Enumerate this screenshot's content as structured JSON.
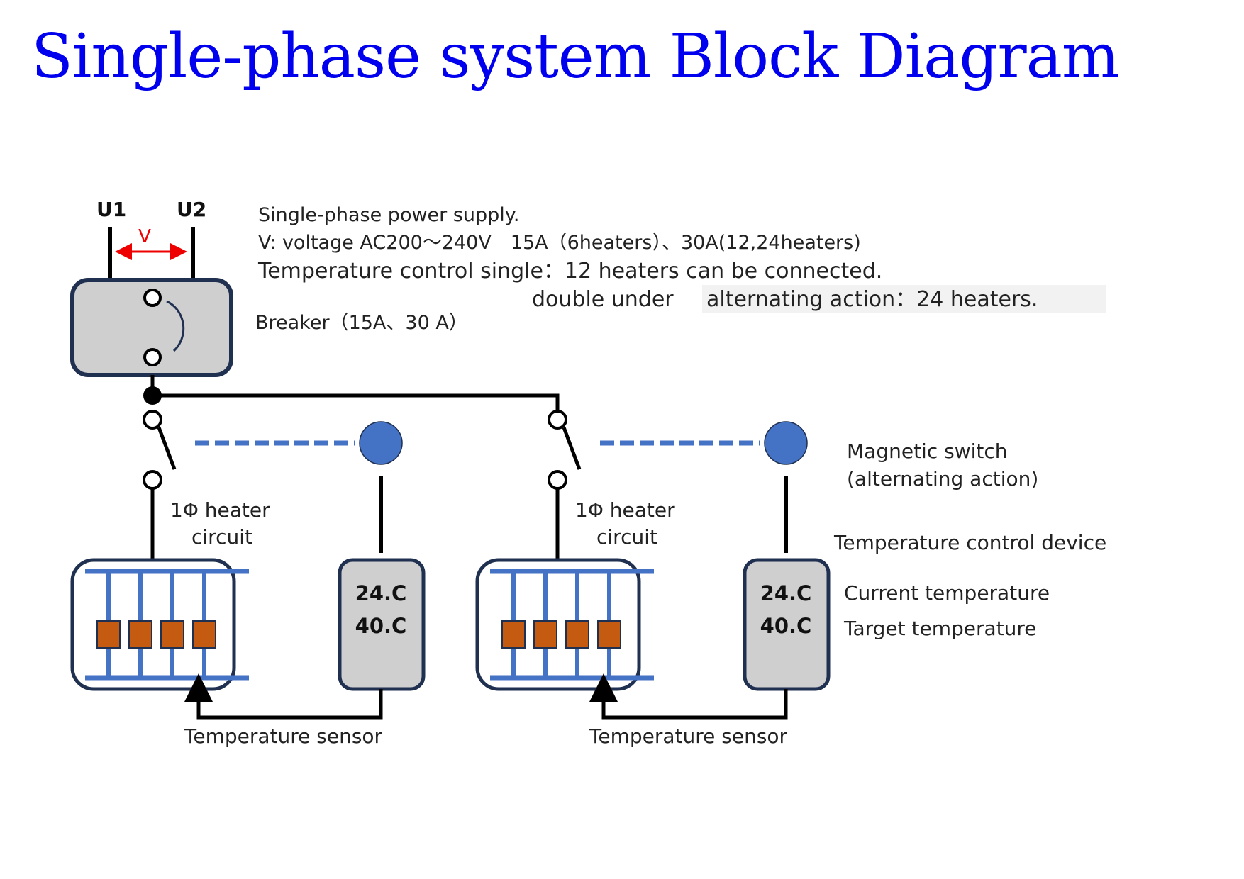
{
  "title": "Single-phase system Block Diagram",
  "colors": {
    "title": "#0000ee",
    "wire": "#000000",
    "box_fill": "#d0cfd0",
    "box_border": "#1f3050",
    "blue": "#4472c4",
    "heater": "#c55a11",
    "voltage_arrow": "#ee0000"
  },
  "power_supply": {
    "terminal_left": "U1",
    "terminal_right": "U2",
    "voltage_symbol": "V",
    "lines": [
      "Single-phase power supply.",
      "V: voltage AC200～240V　15A（6heaters）、30A(12,24heaters)",
      "Temperature control single：12 heaters can be connected.",
      "double under",
      "alternating action：24 heaters."
    ]
  },
  "breaker": {
    "label": "Breaker（15A、30 A）"
  },
  "circuits": [
    {
      "circuit_label_line1": "1Φ heater",
      "circuit_label_line2": "circuit",
      "heater_count": 4,
      "controller": {
        "current": "24.C",
        "target": "40.C"
      },
      "sensor_label": "Temperature sensor"
    },
    {
      "circuit_label_line1": "1Φ heater",
      "circuit_label_line2": "circuit",
      "heater_count": 4,
      "controller": {
        "current": "24.C",
        "target": "40.C"
      },
      "sensor_label": "Temperature sensor"
    }
  ],
  "legend": {
    "magnetic_switch_line1": "Magnetic switch",
    "magnetic_switch_line2": "(alternating action)",
    "temp_control_device": "Temperature control device",
    "current_temperature": "Current temperature",
    "target_temperature": "Target temperature"
  }
}
